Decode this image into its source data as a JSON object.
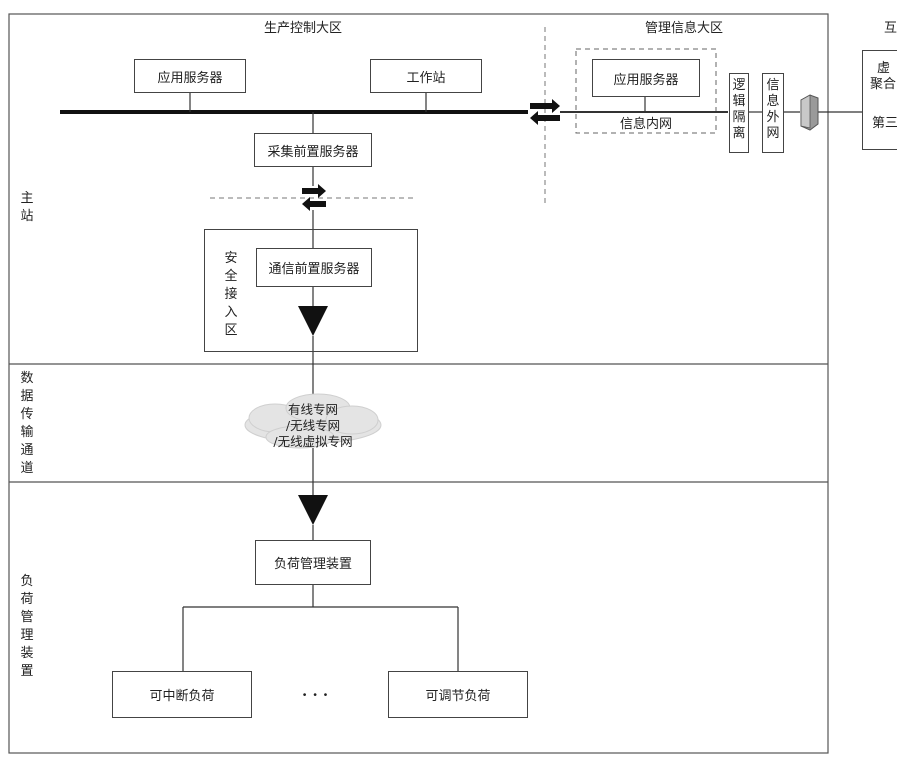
{
  "zones": {
    "production": "生产控制大区",
    "management": "管理信息大区",
    "internet_partial": "互"
  },
  "sections": {
    "master_station": "主站",
    "data_channel": "数据传输通道",
    "load_device": "负荷管理装置"
  },
  "nodes": {
    "app_server_prod": "应用服务器",
    "workstation": "工作站",
    "acquisition_server": "采集前置服务器",
    "secure_access_zone": "安全接入区",
    "comm_server": "通信前置服务器",
    "app_server_mgmt": "应用服务器",
    "info_intranet": "信息内网",
    "logical_isolation": "逻辑隔离",
    "info_extranet": "信息外网",
    "vpp_aggregator_partial": "虚",
    "aggregator_partial": "聚合",
    "third_party_partial": "第三",
    "network_line1": "有线专网",
    "network_line2": "/无线专网",
    "network_line3": "/无线虚拟专网",
    "load_mgmt_device": "负荷管理装置",
    "interruptible_load": "可中断负荷",
    "ellipsis": "· · ·",
    "adjustable_load": "可调节负荷"
  }
}
